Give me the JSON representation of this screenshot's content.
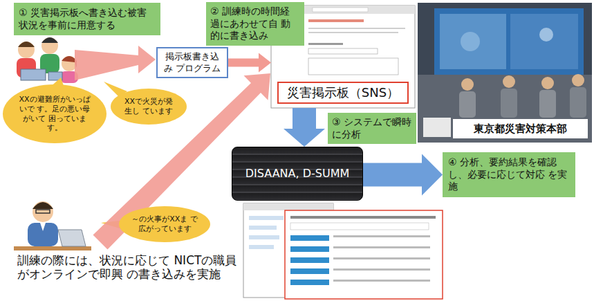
{
  "diagram": {
    "nodes": [
      {
        "text": [
          "① 災害掲示板へ書き込む被害 状況を事前に用意する"
        ]
      },
      {
        "text": [
          "XXの避難所がいっぱいで す。足の悪い母がいて 困っています。"
        ]
      },
      {
        "text": [
          "XXで火災が発生し ています"
        ]
      },
      {
        "text": [
          "掲示板書き込み プログラム"
        ]
      },
      {
        "text": [
          "② 訓練時の時間経 過にあわせて自 動的に書き込み"
        ]
      },
      {
        "text": [
          "災害掲示板（SNS）"
        ]
      },
      {
        "text": [
          "東京都災害対策本部"
        ]
      },
      {
        "text": [
          "③ システムで瞬時 に分析"
        ]
      },
      {
        "text": [
          "DISAANA, D-SUMM"
        ]
      },
      {
        "text": [
          "④ 分析、要約結果を確認 し、必要に応じて対応 を実施"
        ]
      },
      {
        "text": [
          "～の火事がXXま で広がっています"
        ]
      }
    ],
    "edges": [
      {
        "from": 3,
        "to": 5,
        "arrow": "to"
      },
      {
        "from": 5,
        "to": 8,
        "arrow": "to"
      },
      {
        "from": 8,
        "to": 9,
        "arrow": "to"
      }
    ],
    "labels": [
      "訓練の際には、状況に応じて NICTの職員がオンラインで即興 の書き込みを実施"
    ]
  }
}
